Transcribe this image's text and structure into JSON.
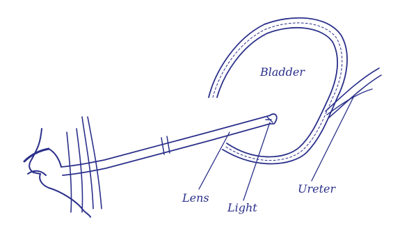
{
  "labels": {
    "bladder": "Bladder",
    "lens": "Lens",
    "light": "Light",
    "ureter": "Ureter"
  },
  "ink_color": "#2a2f8a"
}
